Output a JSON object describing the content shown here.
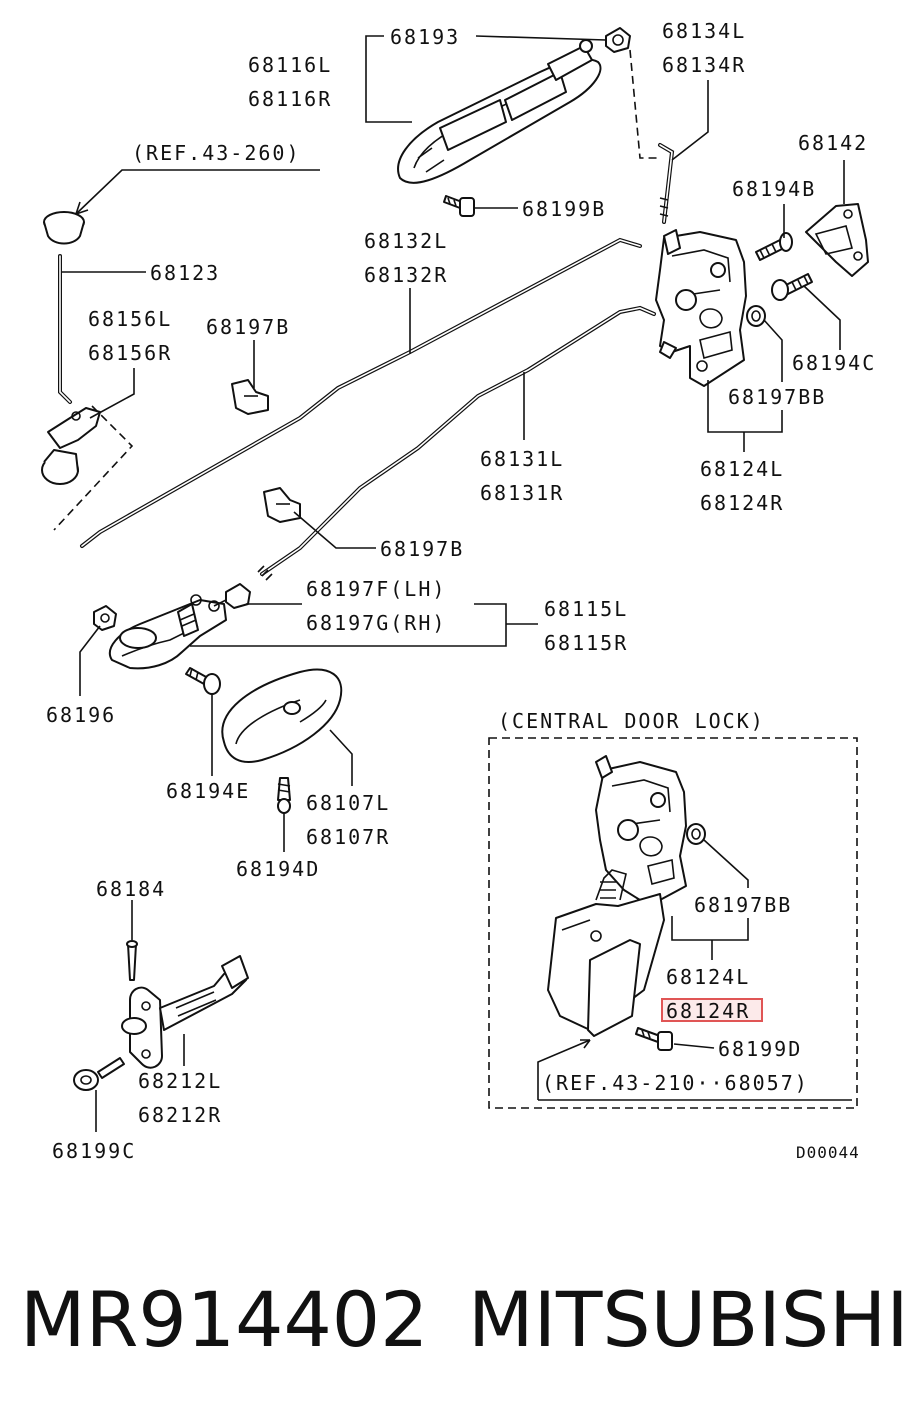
{
  "labels": {
    "p68193": "68193",
    "p68116L": "68116L",
    "p68116R": "68116R",
    "p68134L": "68134L",
    "p68134R": "68134R",
    "ref43260": "(REF.43-260)",
    "p68142": "68142",
    "p68194B": "68194B",
    "p68199B": "68199B",
    "p68132L": "68132L",
    "p68132R": "68132R",
    "p68123": "68123",
    "p68156L": "68156L",
    "p68156R": "68156R",
    "p68197B_top": "68197B",
    "p68194C": "68194C",
    "p68197BB_top": "68197BB",
    "p68131L": "68131L",
    "p68131R": "68131R",
    "p68124L_top": "68124L",
    "p68124R_top": "68124R",
    "p68197B_mid": "68197B",
    "p68197F": "68197F(LH)",
    "p68197G": "68197G(RH)",
    "p68115L": "68115L",
    "p68115R": "68115R",
    "p68196": "68196",
    "central_door_lock": "(CENTRAL DOOR LOCK)",
    "p68194E": "68194E",
    "p68107L": "68107L",
    "p68107R": "68107R",
    "p68194D": "68194D",
    "p68197BB_cdl": "68197BB",
    "p68124L_cdl": "68124L",
    "p68124R_cdl": "68124R",
    "p68199D": "68199D",
    "ref43210": "(REF.43-210··68057)",
    "p68184": "68184",
    "p68212L": "68212L",
    "p68212R": "68212R",
    "p68199C": "68199C",
    "diagram_code": "D00044"
  },
  "highlight_color": "#e05555",
  "footer": {
    "part_number": "MR914402",
    "brand": "MITSUBISHI"
  }
}
